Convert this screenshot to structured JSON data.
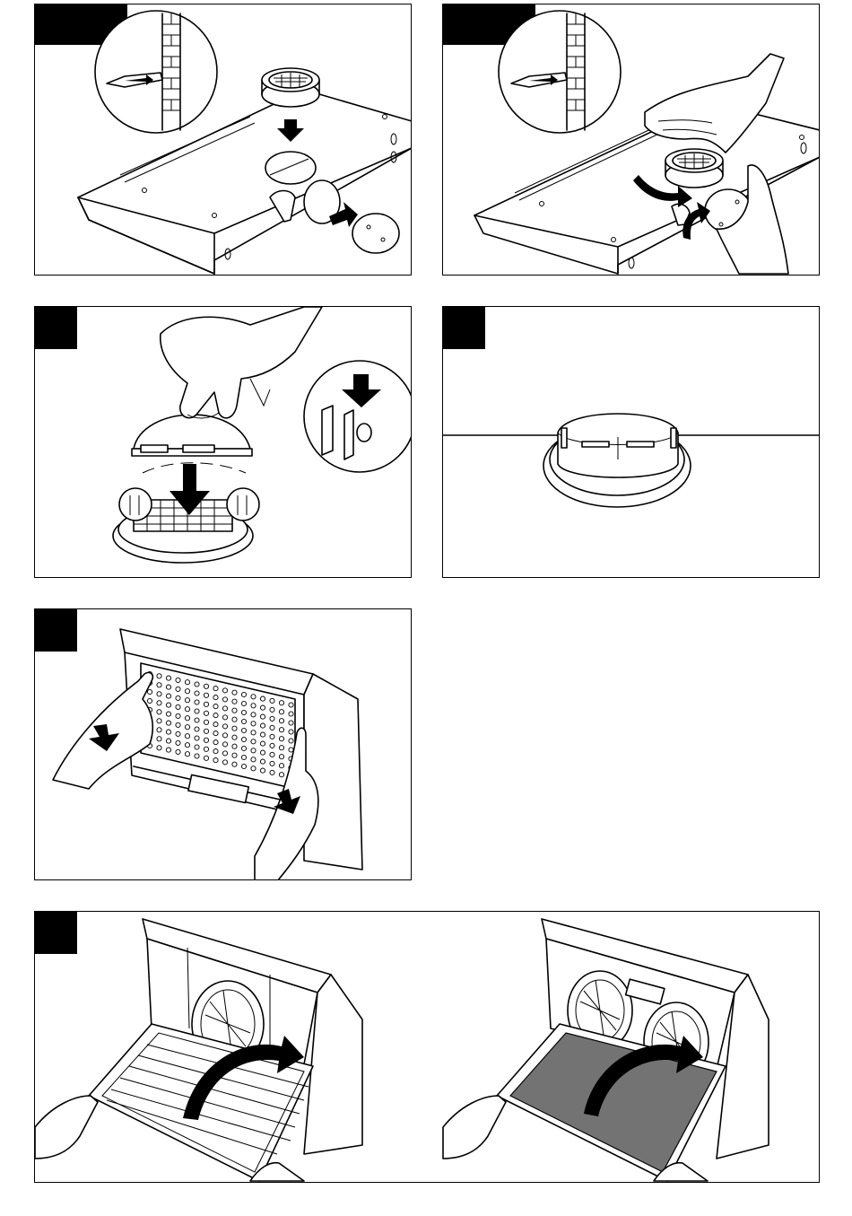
{
  "figures": [
    {
      "id": "fig-1",
      "step_tab": "",
      "description": "ducting-adaptor-fit"
    },
    {
      "id": "fig-2",
      "step_tab": "",
      "description": "rotate-adaptor"
    },
    {
      "id": "fig-3",
      "step_tab": "",
      "description": "clip-on-cover"
    },
    {
      "id": "fig-4",
      "step_tab": "",
      "description": "fitted-adaptor"
    },
    {
      "id": "fig-5",
      "step_tab": "",
      "description": "release-front-panel"
    },
    {
      "id": "fig-6",
      "step_tab": "",
      "description": "replace-grease-filters"
    }
  ],
  "icons": [
    "arrow-icon",
    "hand-icon",
    "wall-bracket-icon",
    "filter-grid-icon",
    "fan-icon"
  ],
  "colors": {
    "ink": "#000000",
    "paper": "#ffffff"
  }
}
